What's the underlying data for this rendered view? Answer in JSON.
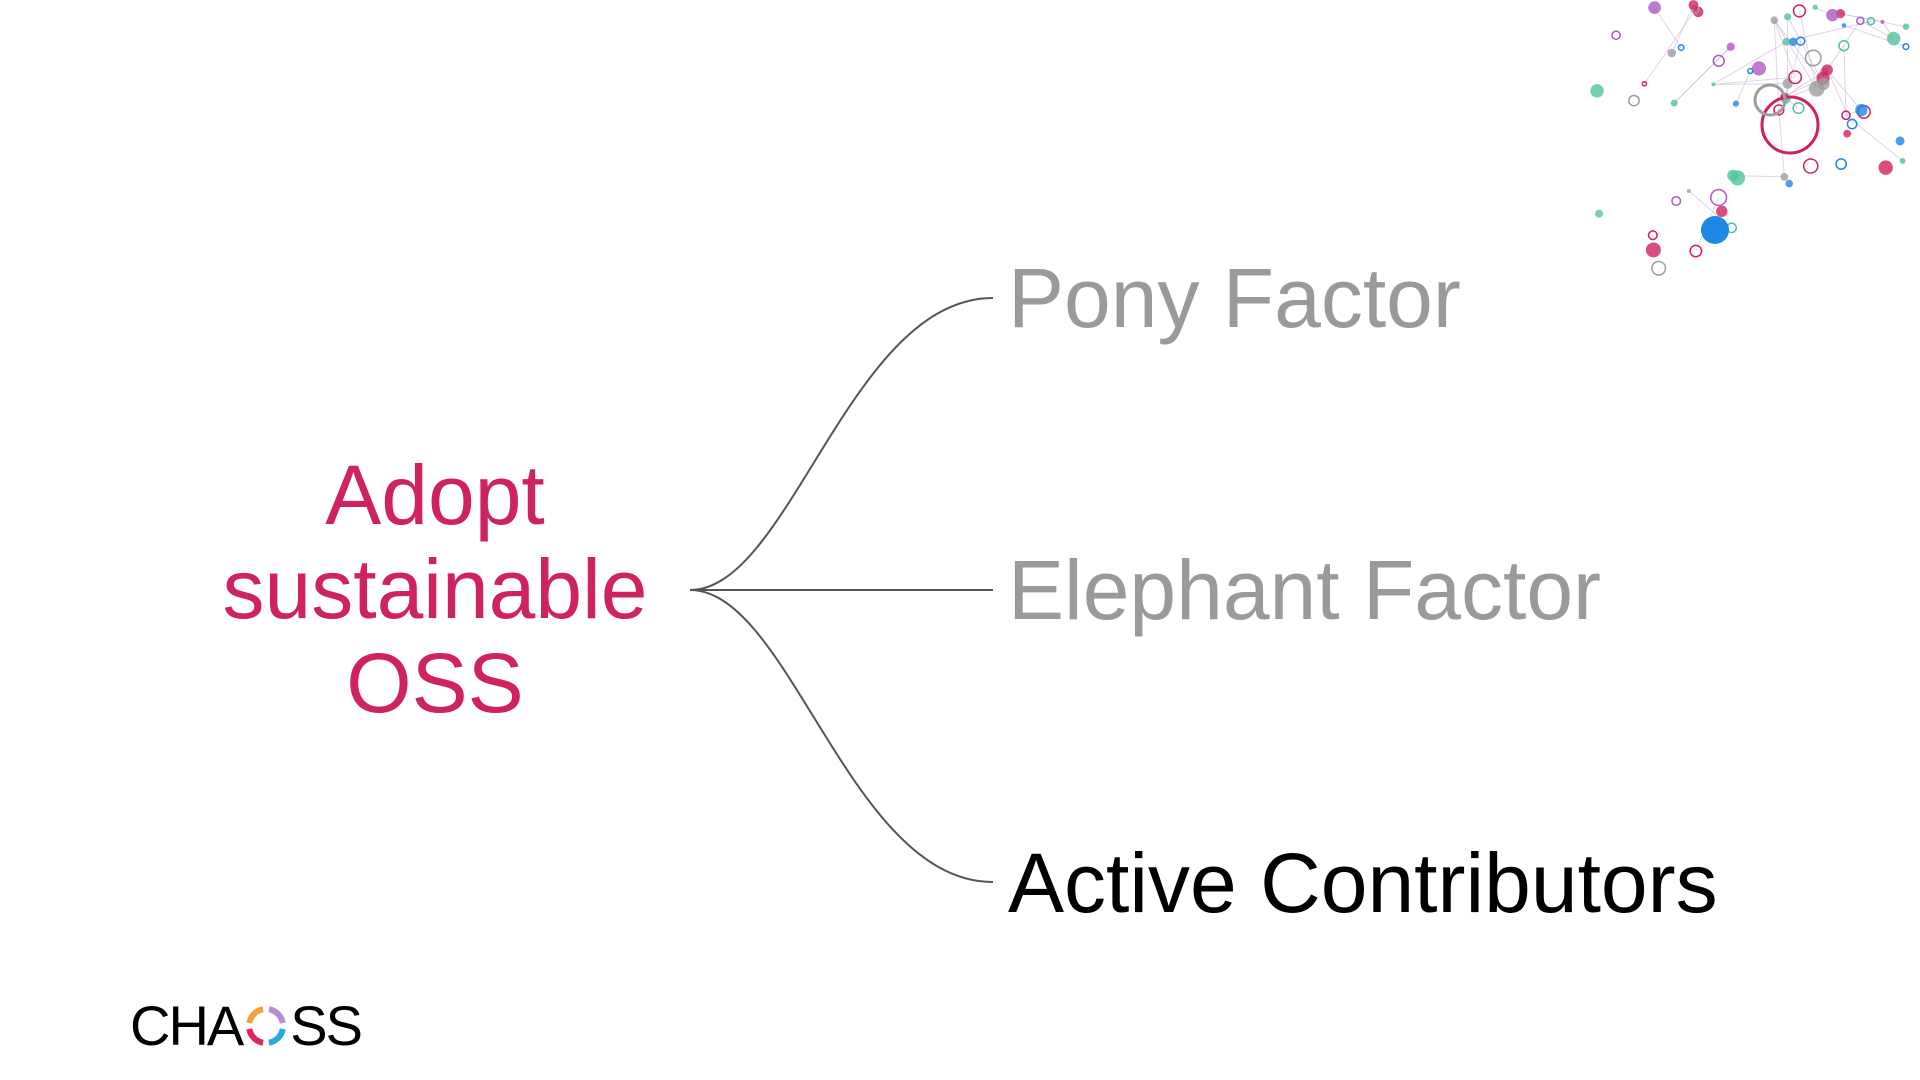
{
  "diagram": {
    "root": {
      "lines": [
        "Adopt",
        "sustainable",
        "OSS"
      ],
      "color": "#cf2261"
    },
    "branches": [
      {
        "label": "Pony Factor",
        "color": "#9a9a9a"
      },
      {
        "label": "Elephant Factor",
        "color": "#9a9a9a"
      },
      {
        "label": "Active Contributors",
        "color": "#000000"
      }
    ],
    "connector_color": "#555555"
  },
  "logo": {
    "prefix": "CHA",
    "suffix": "SS",
    "ring_colors": [
      "#2aa9df",
      "#e0245e",
      "#f2a33a",
      "#b58ed3"
    ],
    "decoration": "network-graph"
  },
  "accent_colors": [
    "#cf2261",
    "#1e88e5",
    "#4fc3a1",
    "#b058c0",
    "#9e9e9e"
  ]
}
